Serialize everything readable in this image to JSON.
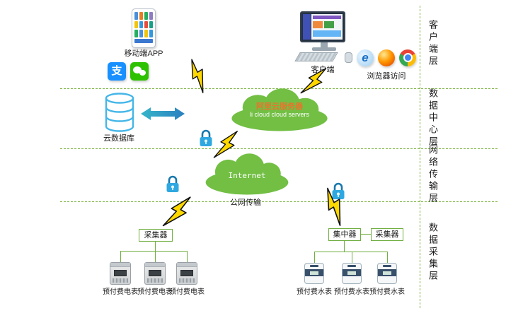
{
  "layers": [
    {
      "label": "客户端层"
    },
    {
      "label": "数据中心层"
    },
    {
      "label": "网络传输层"
    },
    {
      "label": "数据采集层"
    }
  ],
  "client_layer": {
    "mobile_app": "移动端APP",
    "alipay_glyph": "支",
    "client": "客户端",
    "browser_access": "浏览器访问"
  },
  "data_center_layer": {
    "cloud_database": "云数据库",
    "ali_cloud_title": "阿里云服务器",
    "ali_cloud_subtitle": "li cloud  cloud servers"
  },
  "network_layer": {
    "internet": "Internet",
    "public_transmission": "公网传输"
  },
  "collection_layer": {
    "collector_left": "采集器",
    "concentrator": "集中器",
    "collector_right": "采集器",
    "electric_meters": [
      "预付费电表",
      "预付费电表",
      "预付费电表"
    ],
    "water_meters": [
      "预付费水表",
      "预付费水表",
      "预付费水表"
    ]
  },
  "icons": {
    "ie_glyph": "e"
  },
  "colors": {
    "layer_line_green": "#7cb342",
    "cloud_green": "#72bf44",
    "bolt_yellow": "#ffd800",
    "lock_blue": "#2fa8e1",
    "database_blue": "#45b6e8",
    "ali_title_orange": "#e8742c"
  }
}
